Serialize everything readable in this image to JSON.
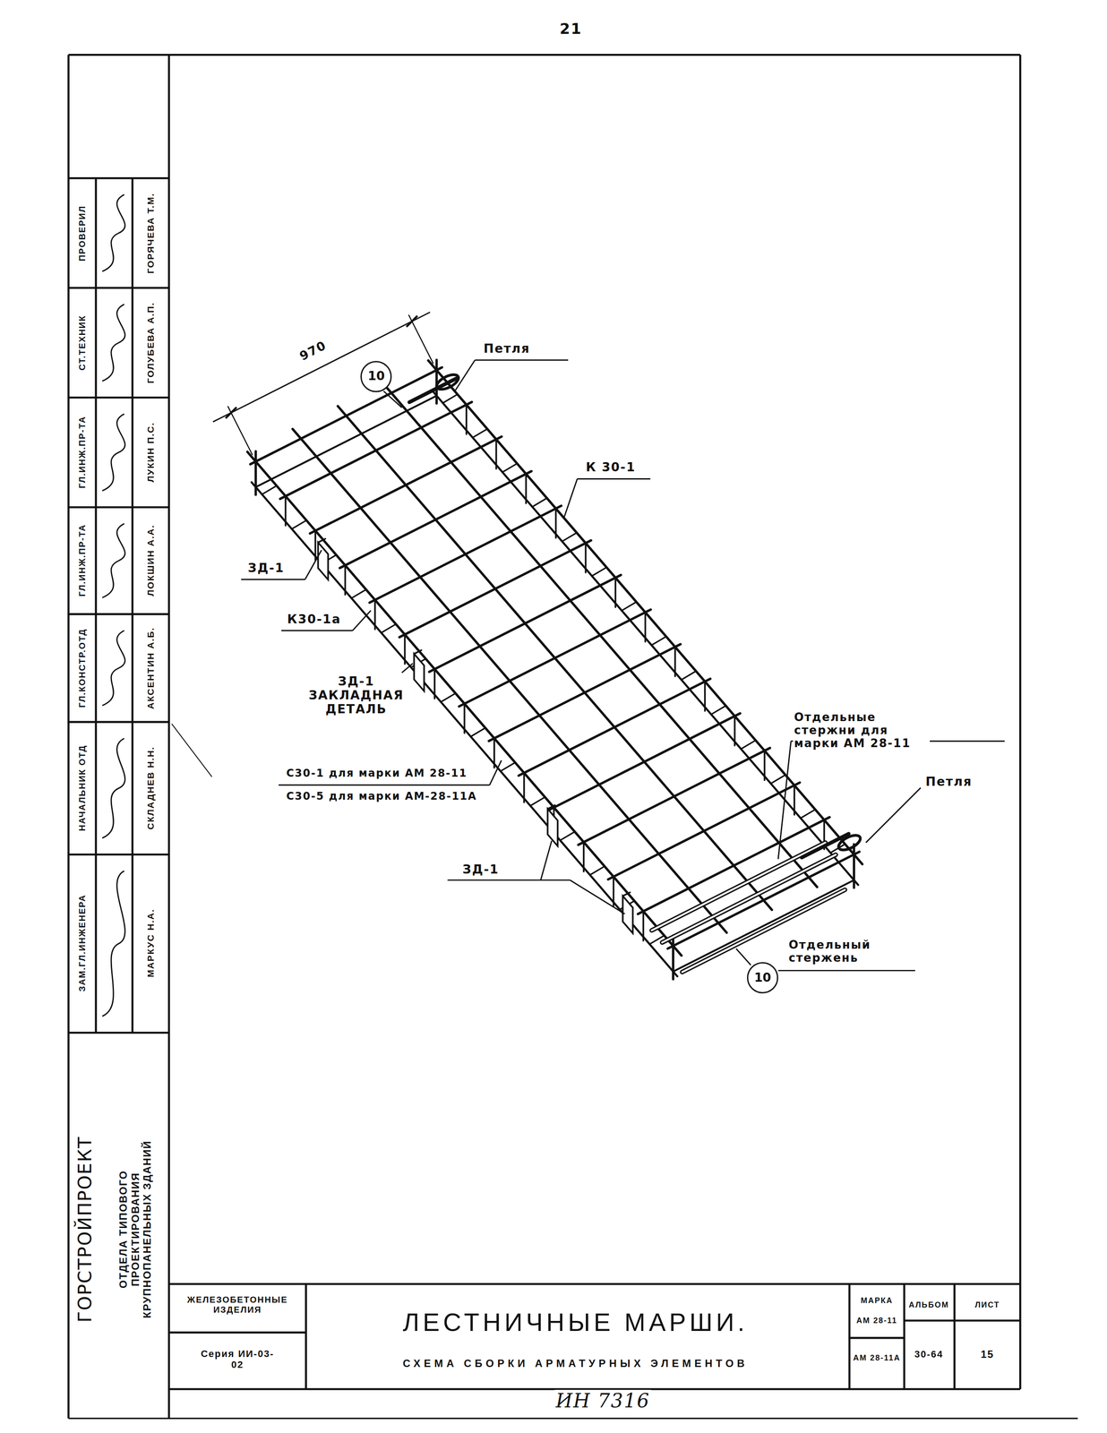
{
  "diagram": {
    "title": "ЛЕСТНИЧНЫЕ МАРШИ.",
    "nodes": [
      {
        "text": [
          "10"
        ]
      },
      {
        "text": [
          "10"
        ]
      }
    ],
    "labels": [
      "21",
      "970",
      "Петля",
      "К 30-1",
      "ЗД-1",
      "К30-1а",
      "ЗД-1 ЗАКЛАДНАЯ ДЕТАЛЬ",
      "С30-1 для марки АМ 28-11",
      "С30-5 для марки АМ-28-11А",
      "ЗД-1",
      "Отдельные стержни для марки АМ 28-11",
      "Петля",
      "Отдельный стержень",
      "ПРОВЕРИЛ",
      "СТ.ТЕХНИК",
      "ГЛ.ИНЖ.ПР-ТА",
      "ГЛ.ИНЖ.ПР-ТА",
      "ГЛ.КОНСТР.ОТД",
      "НАЧАЛЬНИК ОТД",
      "ЗАМ.ГЛ.ИНЖЕНЕРА",
      "ГОРЯЧЕВА Т.М.",
      "ГОЛУБЕВА А.П.",
      "ЛУКИН П.С.",
      "ЛОКШИН А.А.",
      "АКСЕНТИН А.Б.",
      "СКЛАДНЕВ Н.Н.",
      "МАРКУС Н.А.",
      "ГОРСТРОЙПРОЕКТ",
      "ОТДЕЛА ТИПОВОГО ПРОЕКТИРОВАНИЯ КРУПНОПАНЕЛЬНЫХ ЗДАНИЙ",
      "ЖЕЛЕЗОБЕТОННЫЕ ИЗДЕЛИЯ",
      "Серия ИИ-03-02",
      "СХЕМА СБОРКИ АРМАТУРНЫХ ЭЛЕМЕНТОВ",
      "МАРКА",
      "АМ 28-11",
      "АМ 28-11А",
      "АЛЬБОМ",
      "30-64",
      "ЛИСТ",
      "15",
      "ИН 7316"
    ]
  }
}
